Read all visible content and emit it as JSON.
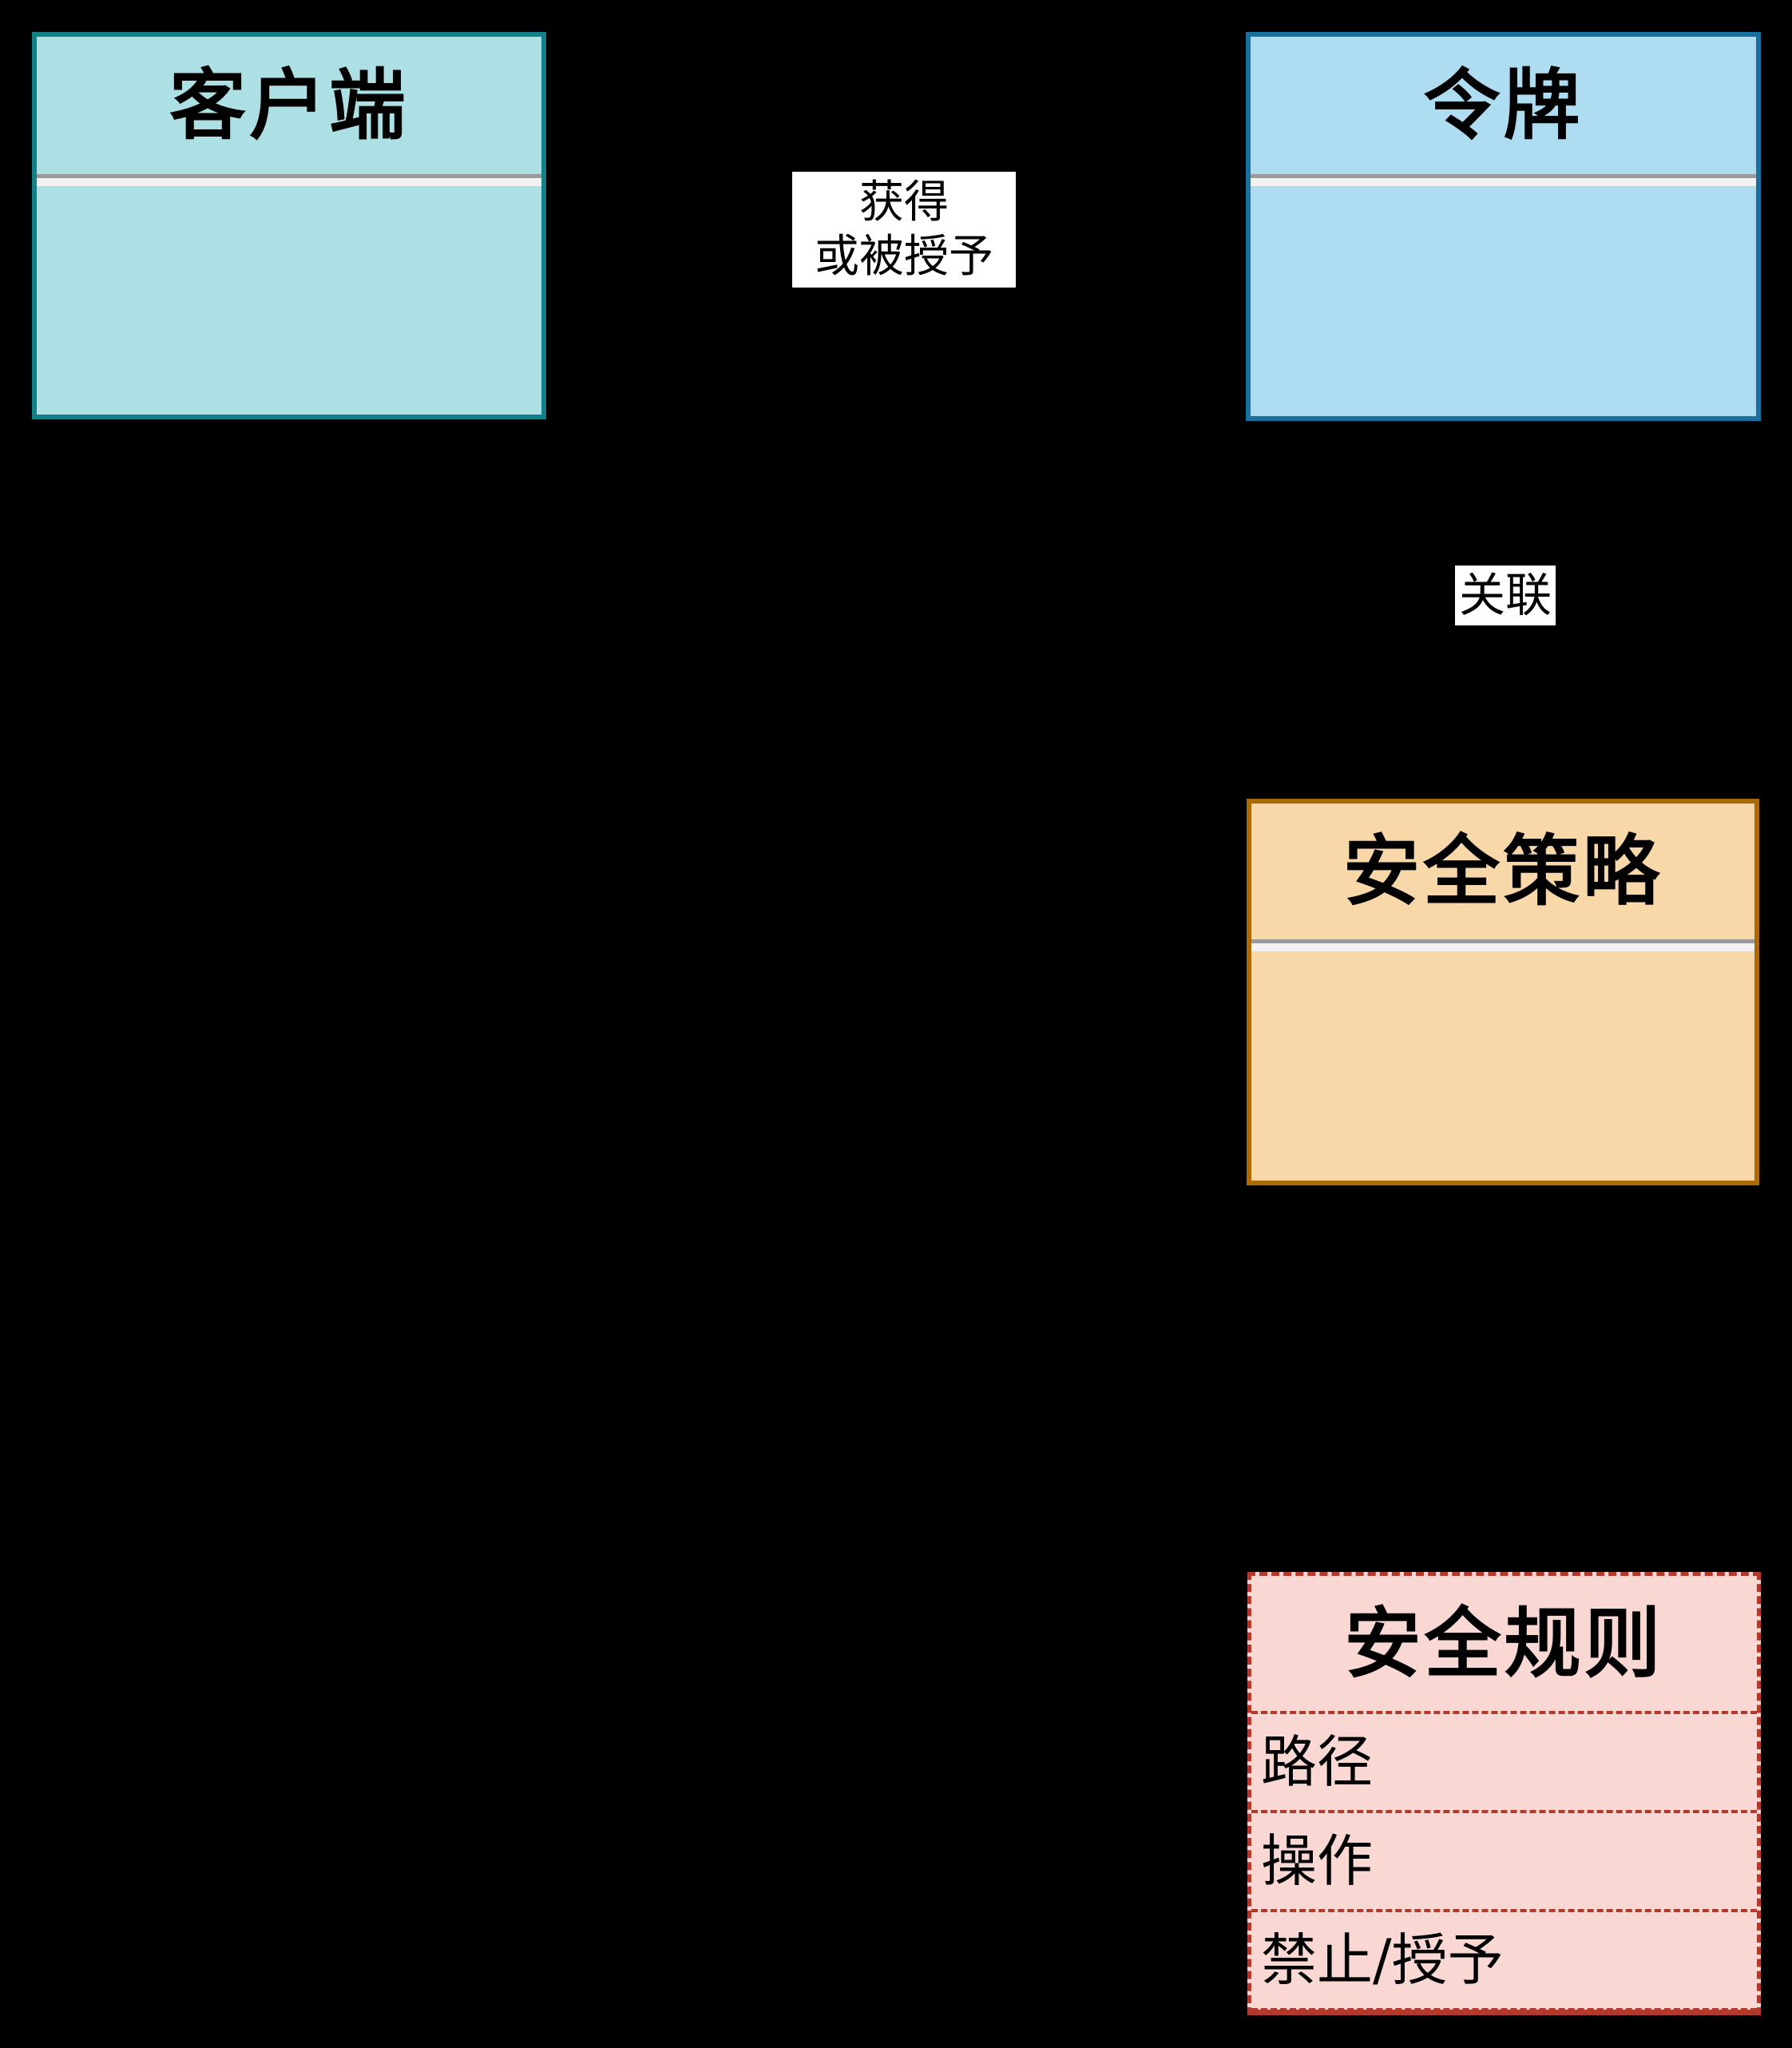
{
  "diagram": {
    "background_color": "#000000",
    "nodes": {
      "client": {
        "title": "客户端",
        "fill": "#ade0e4",
        "border": "#128089"
      },
      "token": {
        "title": "令牌",
        "fill": "#aedcf0",
        "border": "#17709e"
      },
      "policy": {
        "title": "安全策略",
        "fill": "#f8d7a9",
        "border": "#ad6a00"
      },
      "rule": {
        "title": "安全规则",
        "fill": "#f9d8d4",
        "border": "#b23a2d",
        "rows": [
          "路径",
          "操作",
          "禁止/授予"
        ]
      }
    },
    "edge_labels": {
      "acquire_line1": "获得",
      "acquire_line2": "或被授予",
      "associate": "关联"
    },
    "divider_colors": {
      "gray": "#9a9a9a",
      "white": "#f2f2f2"
    }
  }
}
